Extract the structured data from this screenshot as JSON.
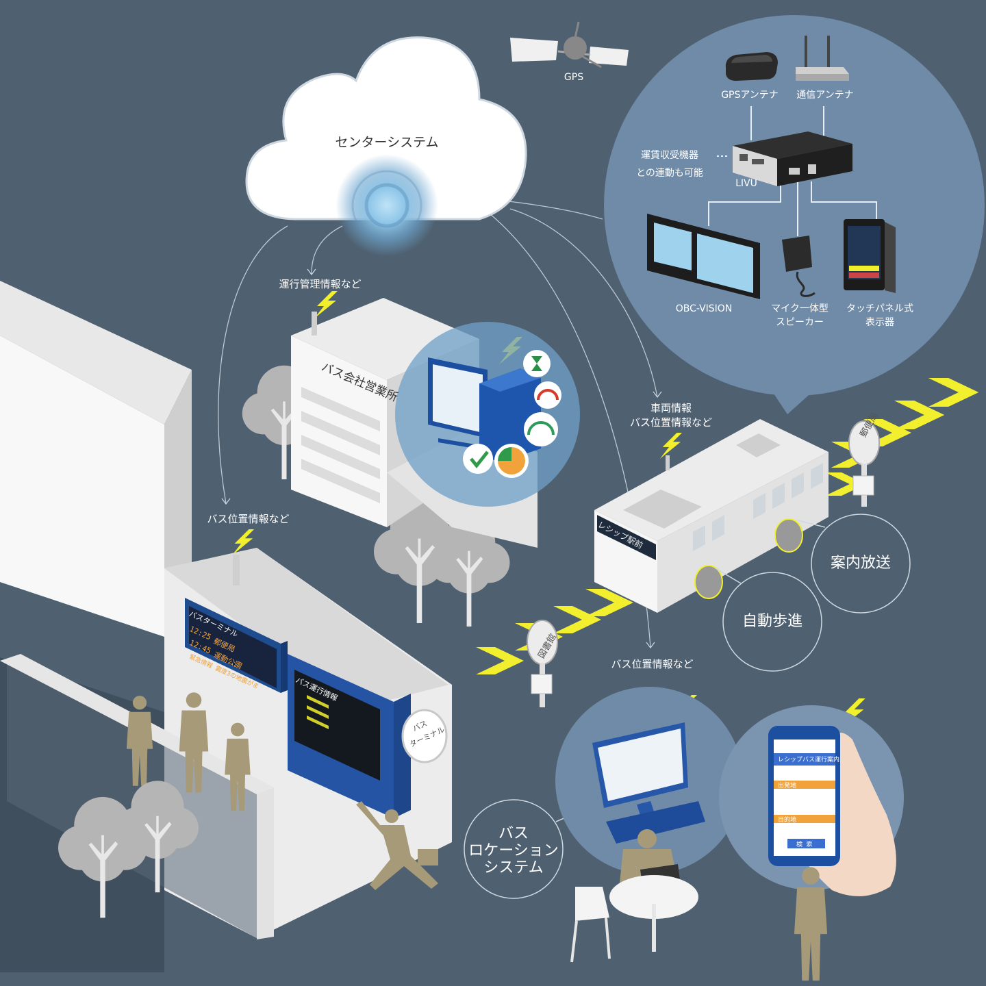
{
  "diagram": {
    "cloud_label": "センターシステム",
    "satellite_label": "GPS",
    "links": {
      "office": "運行管理情報など",
      "terminal": "バス位置情報など",
      "vehicle_line1": "車両情報",
      "vehicle_line2": "バス位置情報など",
      "location": "バス位置情報など"
    },
    "office_sign": "バス会社営業所",
    "equipment": {
      "gps_antenna": "GPSアンテナ",
      "comm_antenna": "通信アンテナ",
      "fare_line1": "運賃収受機器",
      "fare_line2": "との連動も可能",
      "livu": "LIVU",
      "obc_vision": "OBC-VISION",
      "speaker_line1": "マイク一体型",
      "speaker_line2": "スピーカー",
      "touch_line1": "タッチパネル式",
      "touch_line2": "表示器"
    },
    "features": {
      "announce": "案内放送",
      "auto_advance": "自動歩進",
      "bus_location_line1": "バス",
      "bus_location_line2": "ロケーション",
      "bus_location_line3": "システム"
    },
    "bus_destination": "レシップ駅前",
    "bus_stops": {
      "post_office": "郵便局",
      "library": "図書館"
    },
    "terminal_sign": {
      "line1": "バス",
      "line2": "ターミナル"
    },
    "terminal_board": {
      "title": "バスターミナル",
      "row1_time": "12:25",
      "row1_dest": "郵便局",
      "row2_time": "12:45",
      "row2_dest": "運動公園",
      "alert": "緊急情報 震度3の地震がま"
    },
    "info_board_title": "バス運行情報",
    "phone_app": {
      "title": "レシップバス運行案内",
      "origin": "出発地",
      "destination": "目的地",
      "search": "検 索"
    }
  },
  "colors": {
    "background": "#4f6070",
    "bubble": "#6f8ba7",
    "accent_yellow": "#f2ef2e",
    "cloud": "#ffffff"
  }
}
